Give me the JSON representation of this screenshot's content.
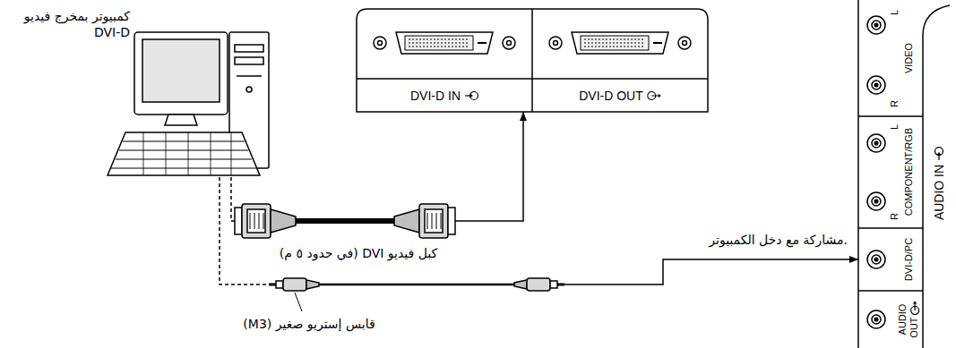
{
  "diagram": {
    "nodes": [
      {
        "text": [
          "كمبيوتر بمخرج فيديو DVI-D"
        ]
      },
      {
        "text": [
          "DVI-D IN"
        ]
      },
      {
        "text": [
          "DVI-D OUT"
        ]
      },
      {
        "text": [
          "AUDIO IN"
        ]
      },
      {
        "text": [
          "VIDEO",
          "L",
          "R"
        ],
        "in": 3
      },
      {
        "text": [
          "COMPONENT/RGB",
          "L",
          "R"
        ],
        "in": 3
      },
      {
        "text": [
          "DVI-D/PC"
        ],
        "in": 3
      },
      {
        "text": [
          "AUDIO OUT"
        ],
        "in": 3
      }
    ],
    "edges": [
      {
        "from": 0,
        "to": 1,
        "arrow": "to",
        "label": "كبل فيديو DVI (في حدود ٥ م)"
      },
      {
        "from": 0,
        "to": 6,
        "arrow": "to",
        "label": "مشاركة مع دخل الكمبيوتر."
      }
    ],
    "labels": [
      "قابس إستريو صغير (M3)"
    ]
  }
}
